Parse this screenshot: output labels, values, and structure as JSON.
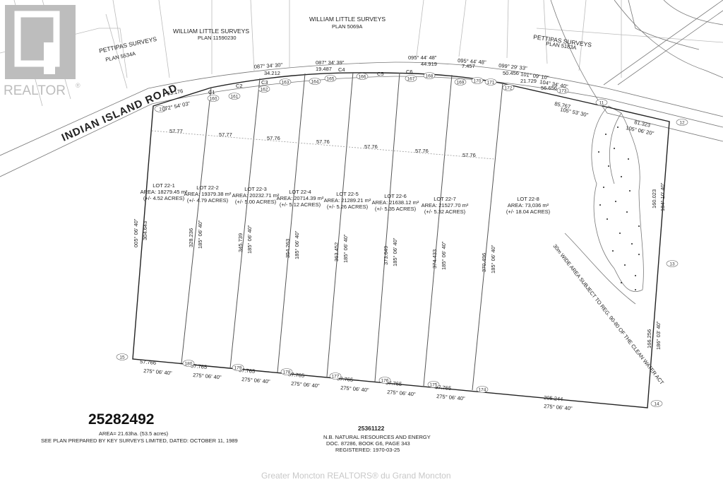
{
  "watermark": {
    "logo_text": "REALTOR",
    "logo_mark": "®",
    "footer": "Greater Moncton REALTORS® du Grand Moncton"
  },
  "road": {
    "name": "INDIAN ISLAND ROAD"
  },
  "surveys": [
    {
      "name": "PETTIPAS SURVEYS",
      "plan": "PLAN 5534A"
    },
    {
      "name": "WILLIAM LITTLE SURVEYS",
      "plan": "PLAN 11590230"
    },
    {
      "name": "WILLIAM LITTLE SURVEYS",
      "plan": "PLAN 5069A"
    },
    {
      "name": "PETTIPAS SURVEYS",
      "plan": "PLAN 5183A"
    }
  ],
  "lots": [
    {
      "name": "LOT 22-1",
      "area": "AREA: 18279.45 m²",
      "acres": "(+/- 4.52 ACRES)"
    },
    {
      "name": "LOT 22-2",
      "area": "AREA: 19379.38 m²",
      "acres": "(+/- 4.79 ACRES)"
    },
    {
      "name": "LOT 22-3",
      "area": "AREA: 20232.71 m²",
      "acres": "(+/- 5.00 ACRES)"
    },
    {
      "name": "LOT 22-4",
      "area": "AREA: 20714.39 m²",
      "acres": "(+/- 5.12 ACRES)"
    },
    {
      "name": "LOT 22-5",
      "area": "AREA: 21289.21 m²",
      "acres": "(+/- 5.26 ACRES)"
    },
    {
      "name": "LOT 22-6",
      "area": "AREA: 21638.12 m²",
      "acres": "(+/- 5.35 ACRES)"
    },
    {
      "name": "LOT 22-7",
      "area": "AREA: 21527.70 m²",
      "acres": "(+/- 5.32 ACRES)"
    },
    {
      "name": "LOT 22-8",
      "area": "AREA: 73,036 m²",
      "acres": "(+/- 18.04 ACRES)"
    }
  ],
  "frontage": [
    "57.77",
    "57.77",
    "57.76",
    "57.76",
    "57.76",
    "57.76",
    "57.76"
  ],
  "rear_distances": [
    "57.766",
    "57.765",
    "57.765",
    "57.765",
    "57.765",
    "57.765",
    "57.765",
    "205.244"
  ],
  "rear_bearing": "275° 06' 40\"",
  "side_lengths": [
    "304.643",
    "328.236",
    "345.739",
    "354.263",
    "363.452",
    "373.649",
    "374.433",
    "370.496"
  ],
  "side_bearing_west": "005° 06' 40\"",
  "side_bearing": "185° 06' 40\"",
  "east_side": {
    "upper_len": "160.023",
    "upper_brg": "184° 10' 40\"",
    "lower_len": "166.256",
    "lower_brg": "186° 03' 40\""
  },
  "road_courses": {
    "first_len": "63.176",
    "first_brg": "072° 54' 03\"",
    "c1": "C1",
    "c2": "C2",
    "c3": "C3",
    "c4": "C4",
    "c5": "C5",
    "c6": "C6",
    "b1": "087° 34' 30\"",
    "d1": "34.212",
    "b2": "087° 34' 39\"",
    "d2": "19.487",
    "b3": "095° 44' 48\"",
    "d3": "44.919",
    "b4": "095° 44' 48\"",
    "d4": "7.457",
    "b5": "099° 29' 33\"",
    "d5": "50.456",
    "b6": "101° 09' 10\"",
    "d6": "21.729",
    "b7": "104° 34' 40\"",
    "d7": "56.656",
    "b8": "105° 53' 30\"",
    "d8": "85.767",
    "b9": "105° 06' 20\"",
    "d9": "81.323"
  },
  "points": {
    "p1": "1",
    "p11": "11",
    "p12": "12",
    "p13": "13",
    "p14": "14",
    "p15": "15",
    "top": [
      "160",
      "161",
      "162",
      "163",
      "164",
      "165",
      "166",
      "167",
      "168",
      "169",
      "170",
      "171",
      "172",
      "173"
    ],
    "bottom": [
      "180",
      "179",
      "178",
      "177",
      "176",
      "175",
      "174"
    ]
  },
  "wetland_note": "30m WIDE AREA SUBJECT TO REG. 90-80 OF THE CLEAN WATER ACT",
  "pid_main": "25282492",
  "area_note": "AREA= 21.63ha. (53.5 acres)",
  "plan_note": "SEE PLAN PREPARED BY KEY SURVEYS LIMITED, DATED: OCTOBER 11, 1989",
  "pid_south": "25361122",
  "registry": [
    "N.B. NATURAL RESOURCES AND ENERGY",
    "DOC. 87286, BOOK G6, PAGE 343",
    "REGISTERED: 1970-03-25"
  ]
}
